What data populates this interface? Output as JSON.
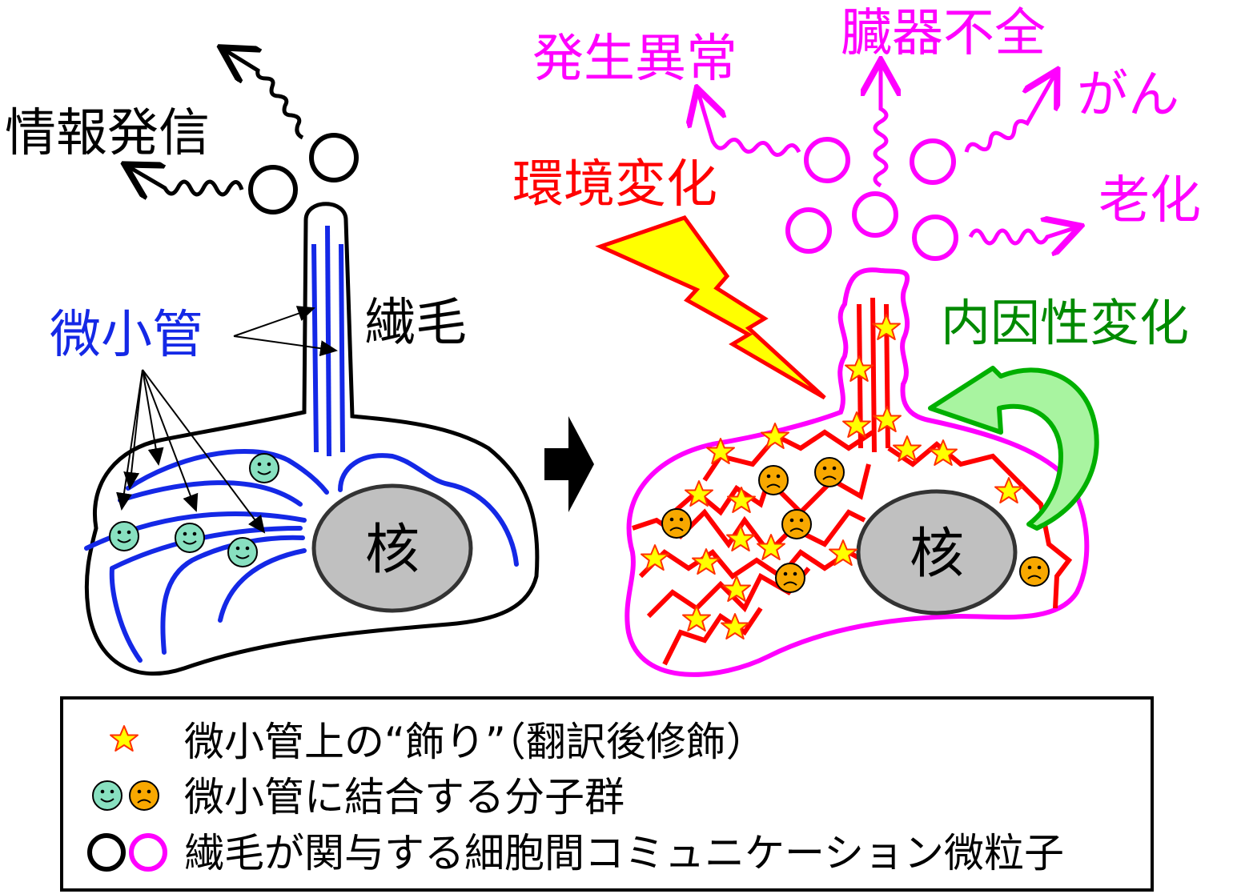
{
  "colors": {
    "normal": "#000000",
    "microtubule": "#1428e6",
    "abnormal": "#ff00ff",
    "modified_mt": "#ff0000",
    "environment": "#ff0000",
    "intrinsic": "#008a00",
    "intrinsic_fill": "#a8f4a0",
    "bolt_fill": "#ffff00",
    "star_fill": "#ffff00",
    "star_stroke": "#ff3000",
    "happy_fill": "#88e0c0",
    "sad_fill": "#f8a800",
    "nucleus_fill": "#c0c0c0"
  },
  "left_cell": {
    "signal_label": "情報発信",
    "microtubule_label": "微小管",
    "cilium_label": "繊毛",
    "nucleus_label": "核"
  },
  "right_cell": {
    "environment_label": "環境変化",
    "intrinsic_label": "内因性変化",
    "nucleus_label": "核",
    "outcomes": [
      "発生異常",
      "臓器不全",
      "がん",
      "老化"
    ]
  },
  "legend": {
    "items": [
      {
        "icon": "star-icon",
        "text": "微小管上の“飾り”（翻訳後修飾）"
      },
      {
        "icon": "smiley-pair-icon",
        "text": "微小管に結合する分子群"
      },
      {
        "icon": "circle-pair-icon",
        "text": "繊毛が関与する細胞間コミュニケーション微粒子"
      }
    ]
  }
}
